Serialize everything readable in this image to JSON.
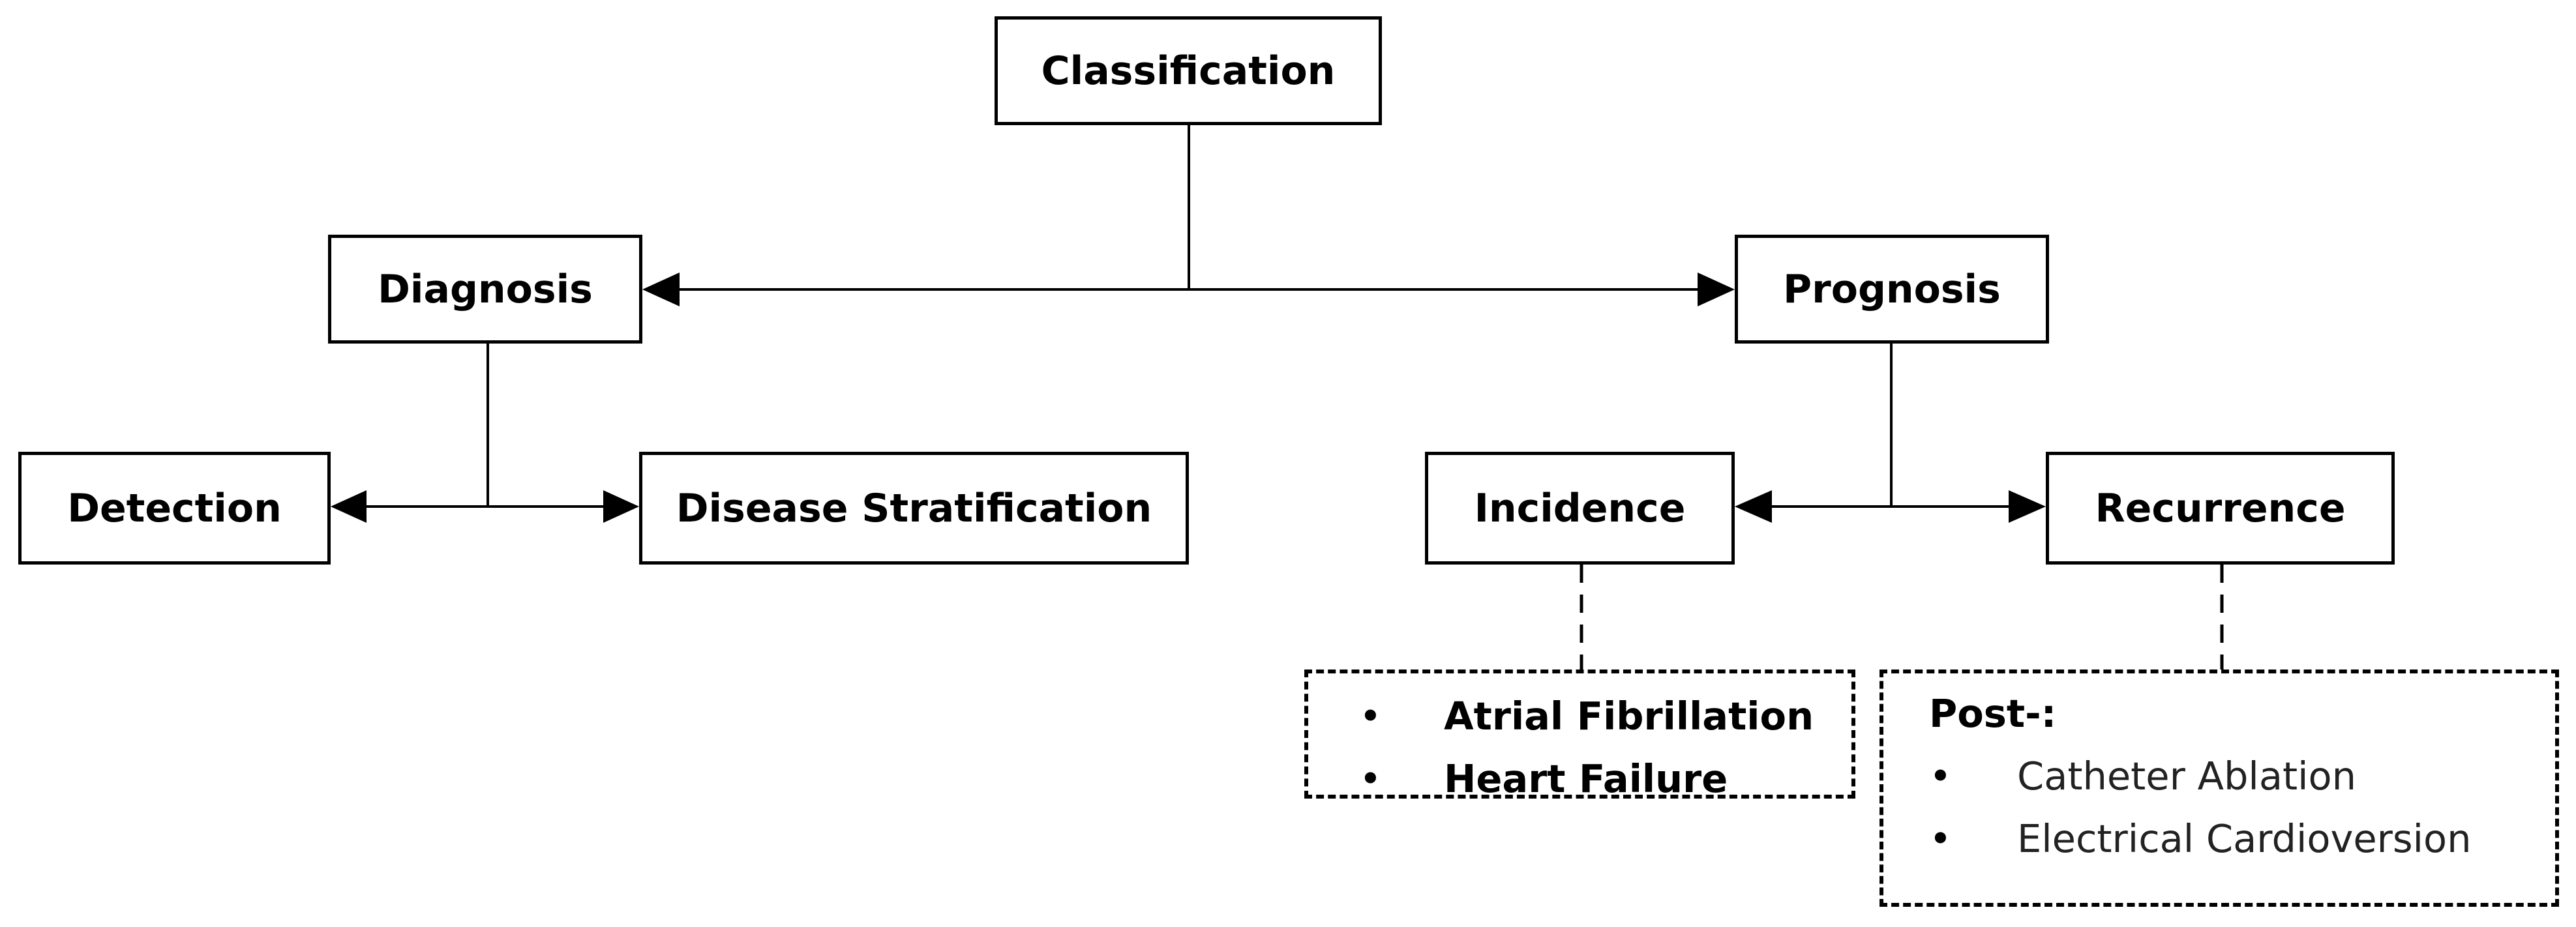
{
  "nodes": {
    "classification": "Classification",
    "diagnosis": "Diagnosis",
    "prognosis": "Prognosis",
    "detection": "Detection",
    "disease_stratification": "Disease Stratification",
    "incidence": "Incidence",
    "recurrence": "Recurrence"
  },
  "incidence_note": {
    "items": [
      "Atrial Fibrillation",
      "Heart Failure"
    ]
  },
  "recurrence_note": {
    "heading": "Post-:",
    "items": [
      "Catheter Ablation",
      "Electrical Cardioversion"
    ]
  },
  "bullet": "•"
}
